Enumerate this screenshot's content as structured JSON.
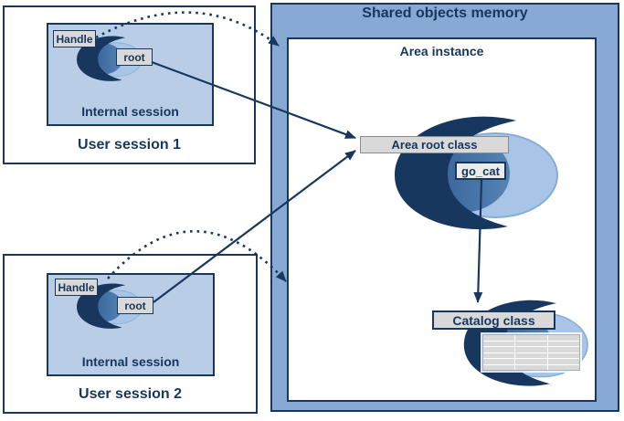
{
  "shared": {
    "title": "Shared objects memory",
    "area_title": "Area instance",
    "area_root_class": "Area root class",
    "go_cat": "go_cat",
    "catalog_class": "Catalog class"
  },
  "sessions": [
    {
      "title": "User session 1",
      "internal": "Internal session",
      "handle": "Handle",
      "root": "root"
    },
    {
      "title": "User session 2",
      "internal": "Internal session",
      "handle": "Handle",
      "root": "root"
    }
  ],
  "icons": {
    "swoosh": "shared-object-swoosh-icon",
    "table": "catalog-table-icon",
    "solid_arrow": "reference-arrow",
    "dotted_arrow": "handle-dotted-arrow"
  },
  "colors": {
    "navy": "#17375E",
    "text_navy": "#17365D",
    "shared_fill": "#88A9D4",
    "internal_fill": "#B9CDE6",
    "swoosh_light": "#A8C5E8",
    "swoosh_mid_dark": "#2E578C",
    "swoosh_mid_light": "#5584B5",
    "label_gray": "#D9D9D9",
    "label_light": "#EBEBEB",
    "root_class_border": "#8C8C8C",
    "table_cell": "#D9D9D9",
    "table_border": "#9FB0C4"
  }
}
